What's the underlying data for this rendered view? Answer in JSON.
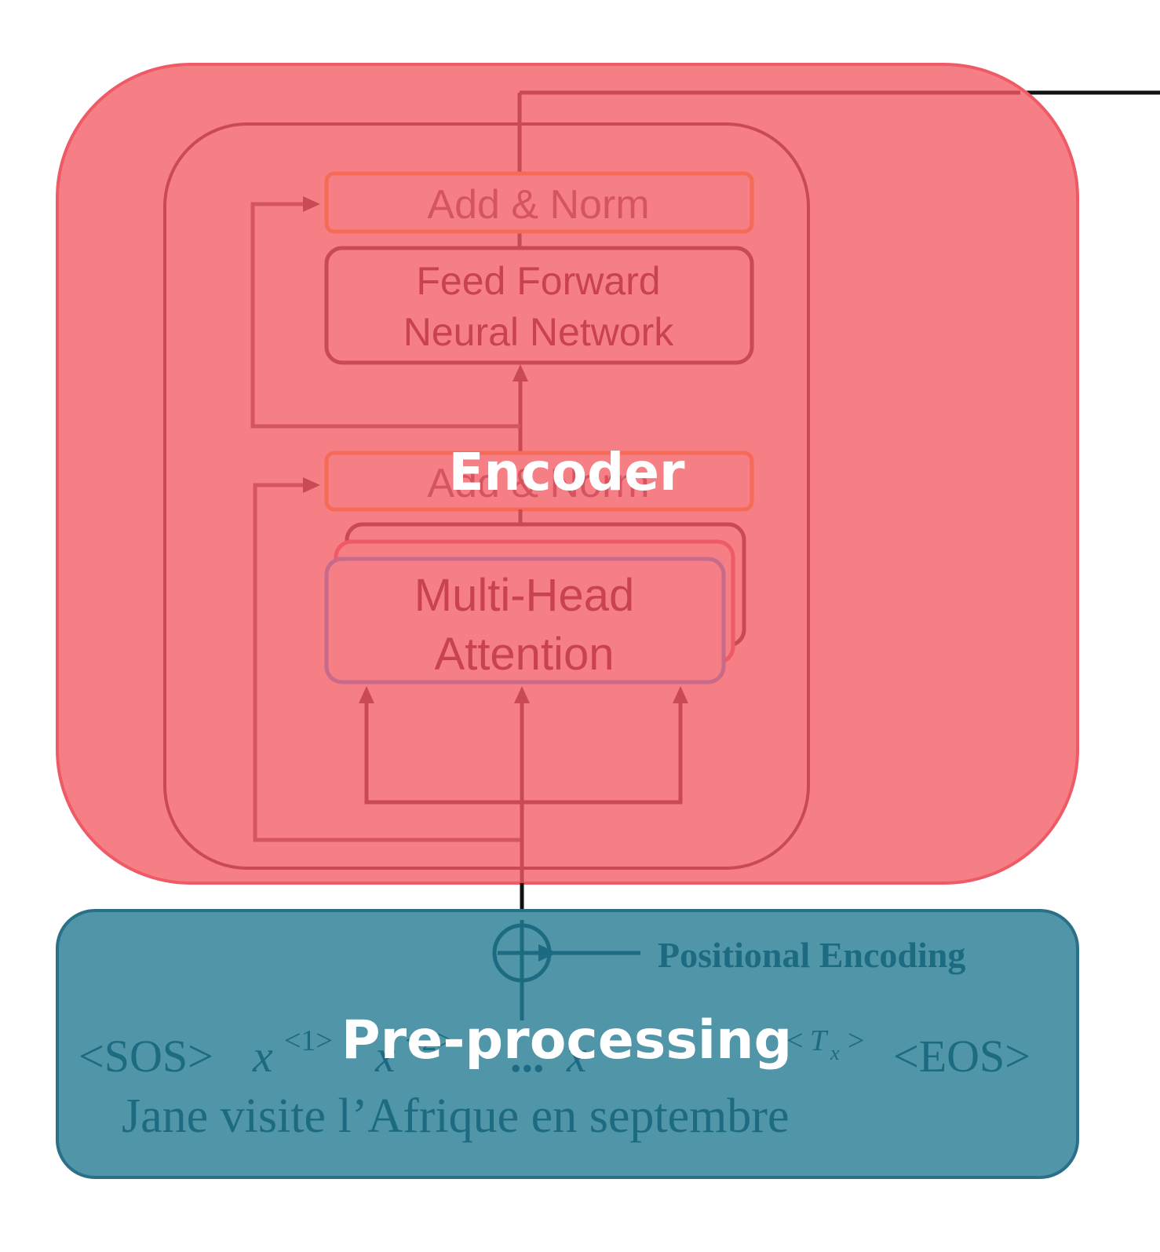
{
  "diagram": {
    "encoder": {
      "title": "Encoder",
      "add_norm_top": "Add & Norm",
      "ffn_line1": "Feed Forward",
      "ffn_line2": "Neural Network",
      "add_norm_bottom": "Add & Norm",
      "mha_line1": "Multi-Head",
      "mha_line2": "Attention"
    },
    "preprocessing": {
      "title": "Pre-processing",
      "positional_encoding": "Positional Encoding",
      "tokens": {
        "sos": "<SOS>",
        "x": "x",
        "sup1": "<1>",
        "sup2": "<2>",
        "dots": "...",
        "x_tx": "x",
        "sup_tx_open": "<",
        "sup_tx_T": "T",
        "sup_tx_sub": "x",
        "sup_tx_close": ">",
        "eos": "<EOS>"
      },
      "sentence": "Jane visite l’Afrique en septembre"
    },
    "colors": {
      "encoder_fill": "#f67f86",
      "encoder_border": "#ee5a66",
      "inner_border": "#c94a55",
      "add_norm_border": "#f56b58",
      "mha_border": "#c86a8a",
      "preproc_fill": "#5095a8",
      "preproc_border": "#2a7089",
      "serif_text": "#1d6b80"
    }
  }
}
